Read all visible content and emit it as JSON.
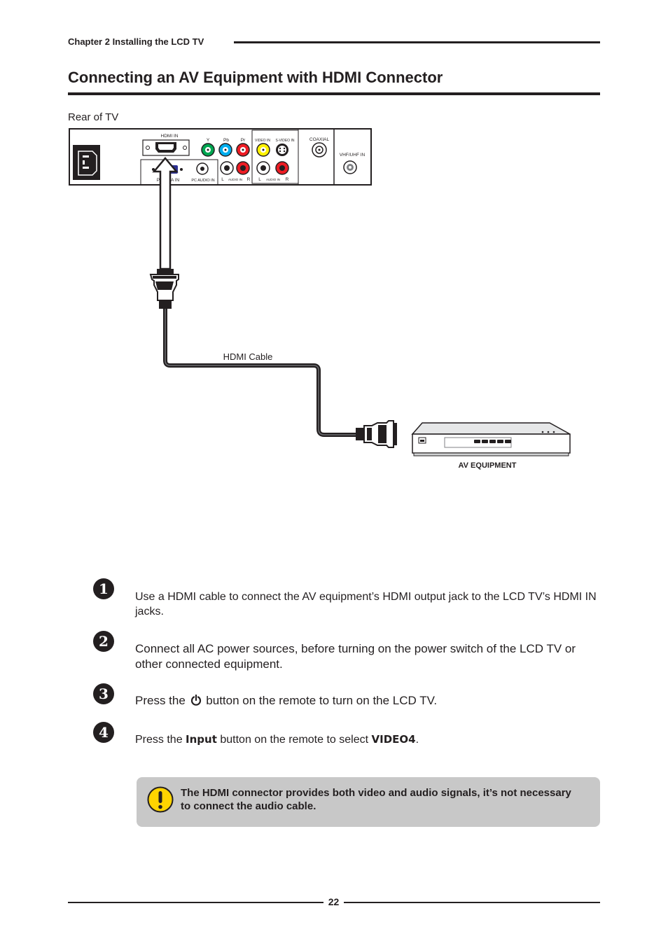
{
  "header": {
    "chapter": "Chapter 2 Installing the LCD TV",
    "title": "Connecting an AV Equipment with HDMI Connector"
  },
  "diagram": {
    "rear_label": "Rear of TV",
    "panel_labels": {
      "hdmi_in": "HDMI IN",
      "y": "Y",
      "pb": "Pb",
      "pr": "Pr",
      "video_in": "VIDEO IN",
      "s_video_in": "S-VIDEO IN",
      "coaxial": "COAXIAL",
      "vhf_uhf_in": "VHF/UHF IN",
      "pc_vga_in": "PC VGA IN",
      "pc_audio_in": "PC AUDIO IN",
      "audio_in_1": "AUDIO IN",
      "audio_in_2": "AUDIO IN",
      "l1": "L",
      "r1": "R",
      "l2": "L",
      "r2": "R"
    },
    "cable_label": "HDMI Cable",
    "equipment_label": "AV EQUIPMENT"
  },
  "steps": [
    {
      "num": "1",
      "text": "Use a HDMI cable to connect the AV equipment’s HDMI output jack to the LCD TV’s HDMI IN jacks."
    },
    {
      "num": "2",
      "text": "Connect all AC power sources, before turning on the power switch of the LCD TV or other connected equipment."
    },
    {
      "num": "3",
      "pre": "Press the",
      "icon": "power-icon",
      "post": "button on the remote to turn on the LCD TV."
    },
    {
      "num": "4",
      "pre": "Press the",
      "keyword1": "Input",
      "mid": "button on the remote to select",
      "keyword2": "VIDEO4",
      "post": "."
    }
  ],
  "note": {
    "icon": "warning-icon",
    "text": "The HDMI connector provides both video and audio signals, it’s not necessary to connect the audio cable.",
    "color": "#c8c8c8"
  },
  "footer": {
    "page": "22"
  }
}
